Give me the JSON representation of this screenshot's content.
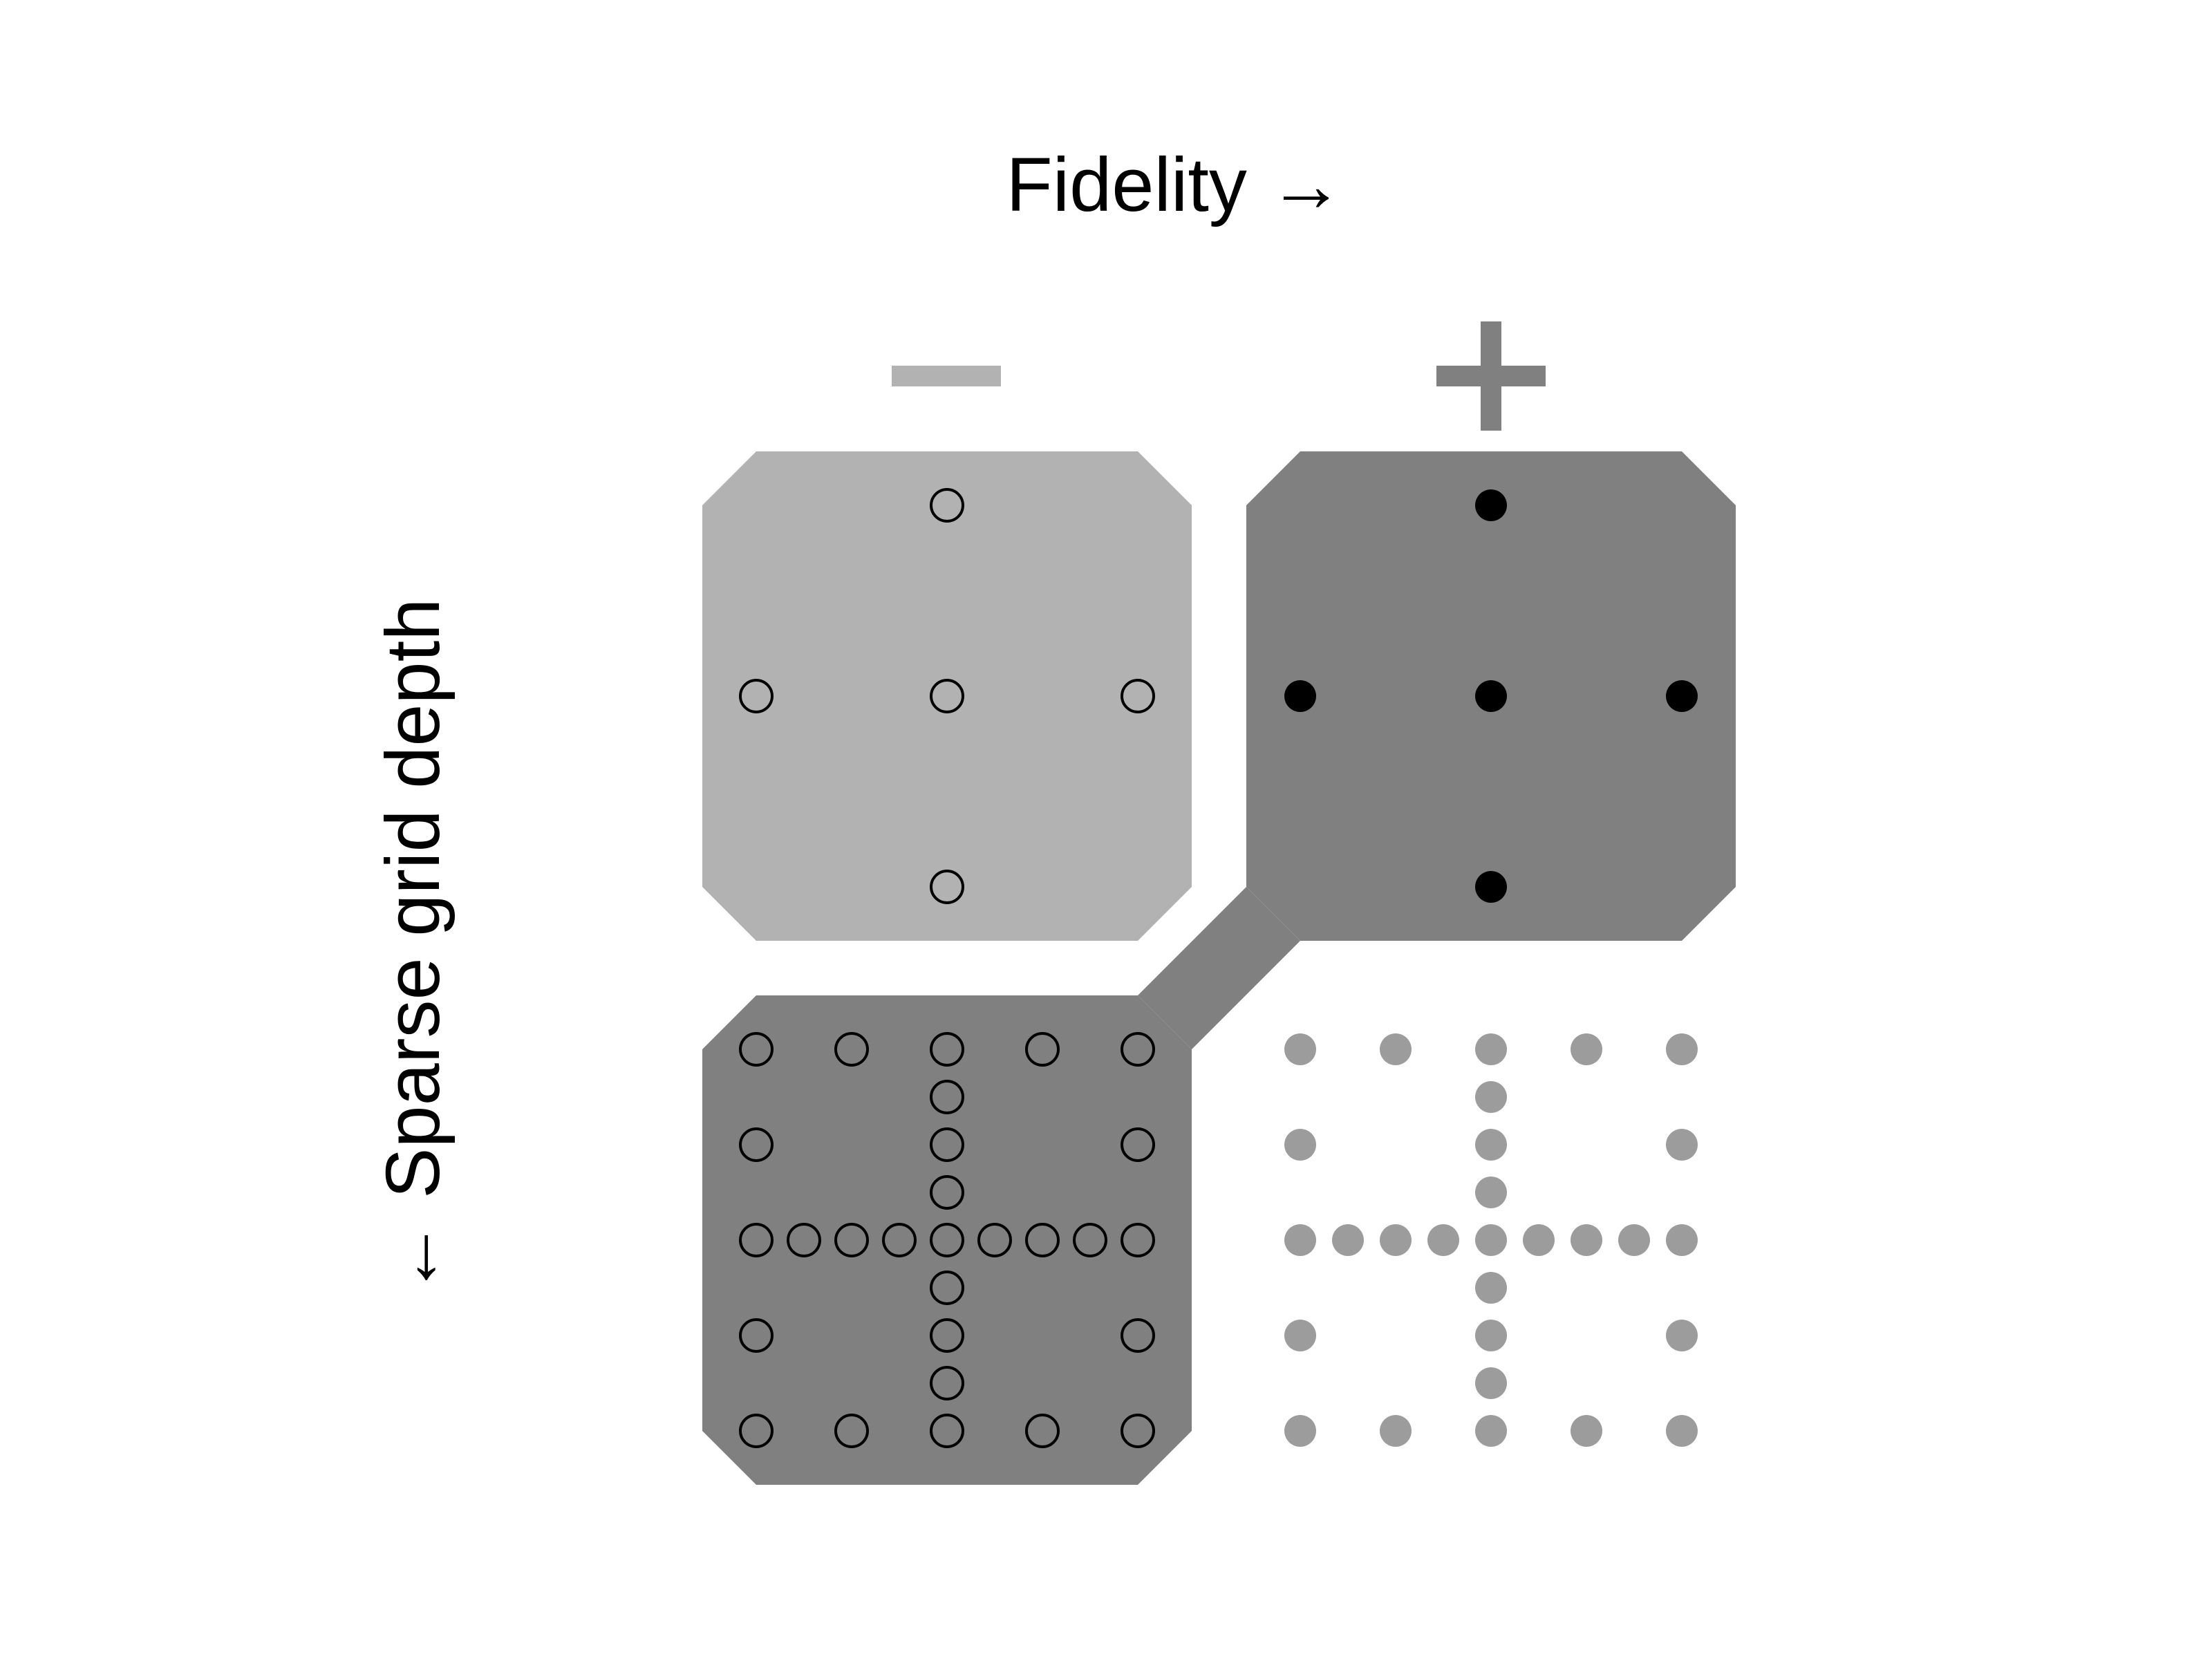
{
  "axis_labels": {
    "x": "Fidelity →",
    "y": "← Sparse grid depth"
  },
  "colors": {
    "background": "#ffffff",
    "panel_light": "#b2b2b2",
    "panel_dark": "#808080",
    "sign_minus": "#b2b2b2",
    "sign_plus": "#808080",
    "point_filled": "#000000",
    "point_inactive": "#9c9c9c",
    "point_stroke": "#000000"
  },
  "signs": {
    "minus": "minus-sign-icon",
    "plus": "plus-sign-icon"
  },
  "panels": [
    {
      "id": "low-fidelity-depth-1",
      "fidelity": "low",
      "depth": 1,
      "fill": "panel_light",
      "point_style": "hollow"
    },
    {
      "id": "high-fidelity-depth-1",
      "fidelity": "high",
      "depth": 1,
      "fill": "panel_dark",
      "point_style": "filled"
    },
    {
      "id": "low-fidelity-depth-2",
      "fidelity": "low",
      "depth": 2,
      "fill": "panel_dark",
      "point_style": "hollow"
    },
    {
      "id": "high-fidelity-depth-2",
      "fidelity": "high",
      "depth": 2,
      "fill": "none",
      "point_style": "inactive"
    }
  ],
  "connector": {
    "from": "high-fidelity-depth-1",
    "to": "low-fidelity-depth-2"
  },
  "grids": {
    "depth_1": [
      [
        0,
        1
      ],
      [
        -1,
        0
      ],
      [
        0,
        0
      ],
      [
        1,
        0
      ],
      [
        0,
        -1
      ]
    ],
    "depth_2": [
      [
        -1,
        1
      ],
      [
        -0.5,
        1
      ],
      [
        0,
        1
      ],
      [
        0.5,
        1
      ],
      [
        1,
        1
      ],
      [
        0,
        0.75
      ],
      [
        -1,
        0.5
      ],
      [
        0,
        0.5
      ],
      [
        1,
        0.5
      ],
      [
        0,
        0.25
      ],
      [
        -1,
        0
      ],
      [
        -0.75,
        0
      ],
      [
        -0.5,
        0
      ],
      [
        -0.25,
        0
      ],
      [
        0,
        0
      ],
      [
        0.25,
        0
      ],
      [
        0.5,
        0
      ],
      [
        0.75,
        0
      ],
      [
        1,
        0
      ],
      [
        0,
        -0.25
      ],
      [
        -1,
        -0.5
      ],
      [
        0,
        -0.5
      ],
      [
        1,
        -0.5
      ],
      [
        0,
        -0.75
      ],
      [
        -1,
        -1
      ],
      [
        -0.5,
        -1
      ],
      [
        0,
        -1
      ],
      [
        0.5,
        -1
      ],
      [
        1,
        -1
      ]
    ]
  }
}
